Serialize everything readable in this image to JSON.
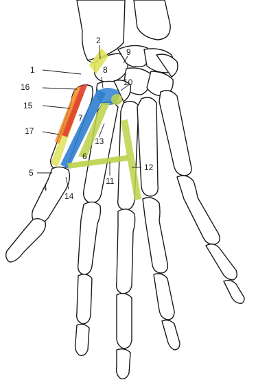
{
  "colors": {
    "ligament_yellow": "#dfe35a",
    "ligament_blue": "#2f7fd0",
    "ligament_red": "#e03a2a",
    "ligament_orange": "#f08c2c",
    "ligament_green": "#bcd24a",
    "outline": "#1a1a1a"
  },
  "labels": {
    "l1": "1",
    "l2": "2",
    "l4": "4",
    "l5": "5",
    "l6": "6",
    "l7": "7",
    "l8": "8",
    "l9": "9",
    "l10": "10",
    "l11": "11",
    "l12": "12",
    "l13": "13",
    "l14": "14",
    "l15": "15",
    "l16": "16",
    "l17": "17"
  }
}
